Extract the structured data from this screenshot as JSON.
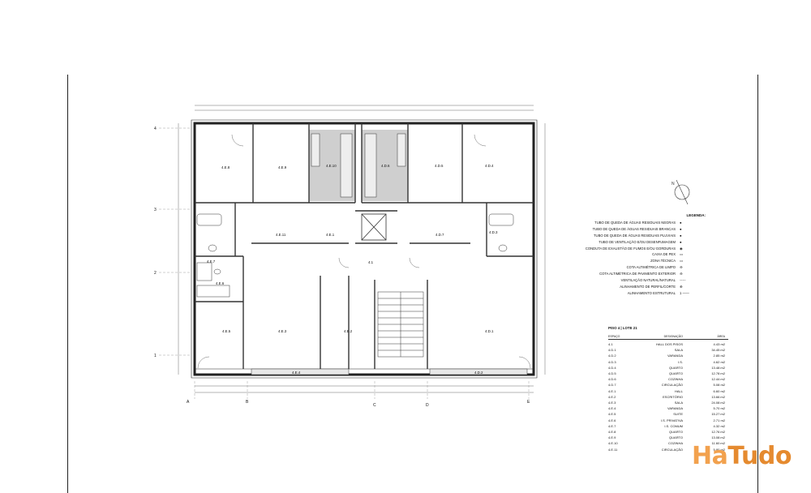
{
  "rooms": [
    {
      "id": "4.E.8"
    },
    {
      "id": "4.E.9"
    },
    {
      "id": "4.E.10"
    },
    {
      "id": "4.D.6"
    },
    {
      "id": "4.D.5"
    },
    {
      "id": "4.D.4"
    },
    {
      "id": "4.E.11"
    },
    {
      "id": "4.E.1"
    },
    {
      "id": "4.D.7"
    },
    {
      "id": "4.D.3"
    },
    {
      "id": "4.E.7"
    },
    {
      "id": "4.E.6"
    },
    {
      "id": "4.E.5"
    },
    {
      "id": "4.E.3"
    },
    {
      "id": "4.E.2"
    },
    {
      "id": "4.D.1"
    },
    {
      "id": "4.1"
    },
    {
      "id": "4.E.4"
    },
    {
      "id": "4.D.2"
    }
  ],
  "grid_rows": [
    "4",
    "3",
    "2",
    "1"
  ],
  "grid_cols": [
    "A",
    "B",
    "C",
    "D",
    "E"
  ],
  "legend": {
    "title": "LEGENDA:",
    "items": [
      {
        "label": "TUBO DE QUEDA DE ÁGUAS RESIDUAIS NEGRAS",
        "symbol": "●"
      },
      {
        "label": "TUBO DE QUEDA DE ÁGUAS RESIDUAIS BRANCAS",
        "symbol": "●"
      },
      {
        "label": "TUBO DE QUEDA DE ÁGUAS RESIDUAIS PLUVIAIS",
        "symbol": "●"
      },
      {
        "label": "TUBO DE VENTILAÇÃO E/OU DESENFUMAGEM",
        "symbol": "●"
      },
      {
        "label": "CONDUTA DE EXAUSTÃO DE FUMOS E/OU GORDURAS",
        "symbol": "◉"
      },
      {
        "label": "CAIXA DE PEX",
        "symbol": "▭"
      },
      {
        "label": "ZONA TÉCNICA",
        "symbol": "▭"
      },
      {
        "label": "COTA ALTIMÉTRICA DE LIMPO",
        "symbol": "⊖"
      },
      {
        "label": "COTA ALTIMÉTRICA DE PAVIMENTO EXTERIOR",
        "symbol": "⊖"
      },
      {
        "label": "VENTILAÇÃO NATURAL/NATURAL",
        "symbol": "┈┈┈"
      },
      {
        "label": "ALINHAMENTO DE PERFIL/CORTE",
        "symbol": "⊕"
      },
      {
        "label": "ALINHAMENTO ESTRUTURAL",
        "symbol": "1 ——"
      }
    ]
  },
  "area_table": {
    "title": "PISO 4 | LOTE 21",
    "headers": [
      "ESPAÇO",
      "DESIGNAÇÃO",
      "ÁREA"
    ],
    "rows": [
      [
        "4.1",
        "HALL DOS PISOS",
        "4.43 m2"
      ],
      [
        "4.D.1",
        "SALA",
        "34.45 m2"
      ],
      [
        "4.D.2",
        "VARANDA",
        "2.85 m2"
      ],
      [
        "4.D.3",
        "I.S.",
        "4.62 m2"
      ],
      [
        "4.D.4",
        "QUARTO",
        "13.48 m2"
      ],
      [
        "4.D.5",
        "QUARTO",
        "12.78 m2"
      ],
      [
        "4.D.6",
        "COZINHA",
        "12.44 m2"
      ],
      [
        "4.D.7",
        "CIRCULAÇÃO",
        "5.08 m2"
      ],
      [
        "4.E.1",
        "HALL",
        "6.60 m2"
      ],
      [
        "4.E.2",
        "ESCRITÓRIO",
        "13.66 m2"
      ],
      [
        "4.E.3",
        "SALA",
        "24.08 m2"
      ],
      [
        "4.E.4",
        "VARANDA",
        "5.70 m2"
      ],
      [
        "4.E.5",
        "SUITE",
        "15.27 m2"
      ],
      [
        "4.E.6",
        "I.S. PRIVATIVA",
        "2.71 m2"
      ],
      [
        "4.E.7",
        "I.S. COMUM",
        "4.32 m2"
      ],
      [
        "4.E.8",
        "QUARTO",
        "12.76 m2"
      ],
      [
        "4.E.9",
        "QUARTO",
        "13.08 m2"
      ],
      [
        "4.E.10",
        "COZINHA",
        "11.60 m2"
      ],
      [
        "4.E.11",
        "CIRCULAÇÃO",
        "5.80 m2"
      ]
    ]
  },
  "brand": {
    "part1": "Ha",
    "part2": "Tudo"
  },
  "colors": {
    "kitchen_fill": "#cfcfcf",
    "wall": "#222222",
    "brand_light": "#f2a14e",
    "brand_dark": "#e58a2f"
  }
}
